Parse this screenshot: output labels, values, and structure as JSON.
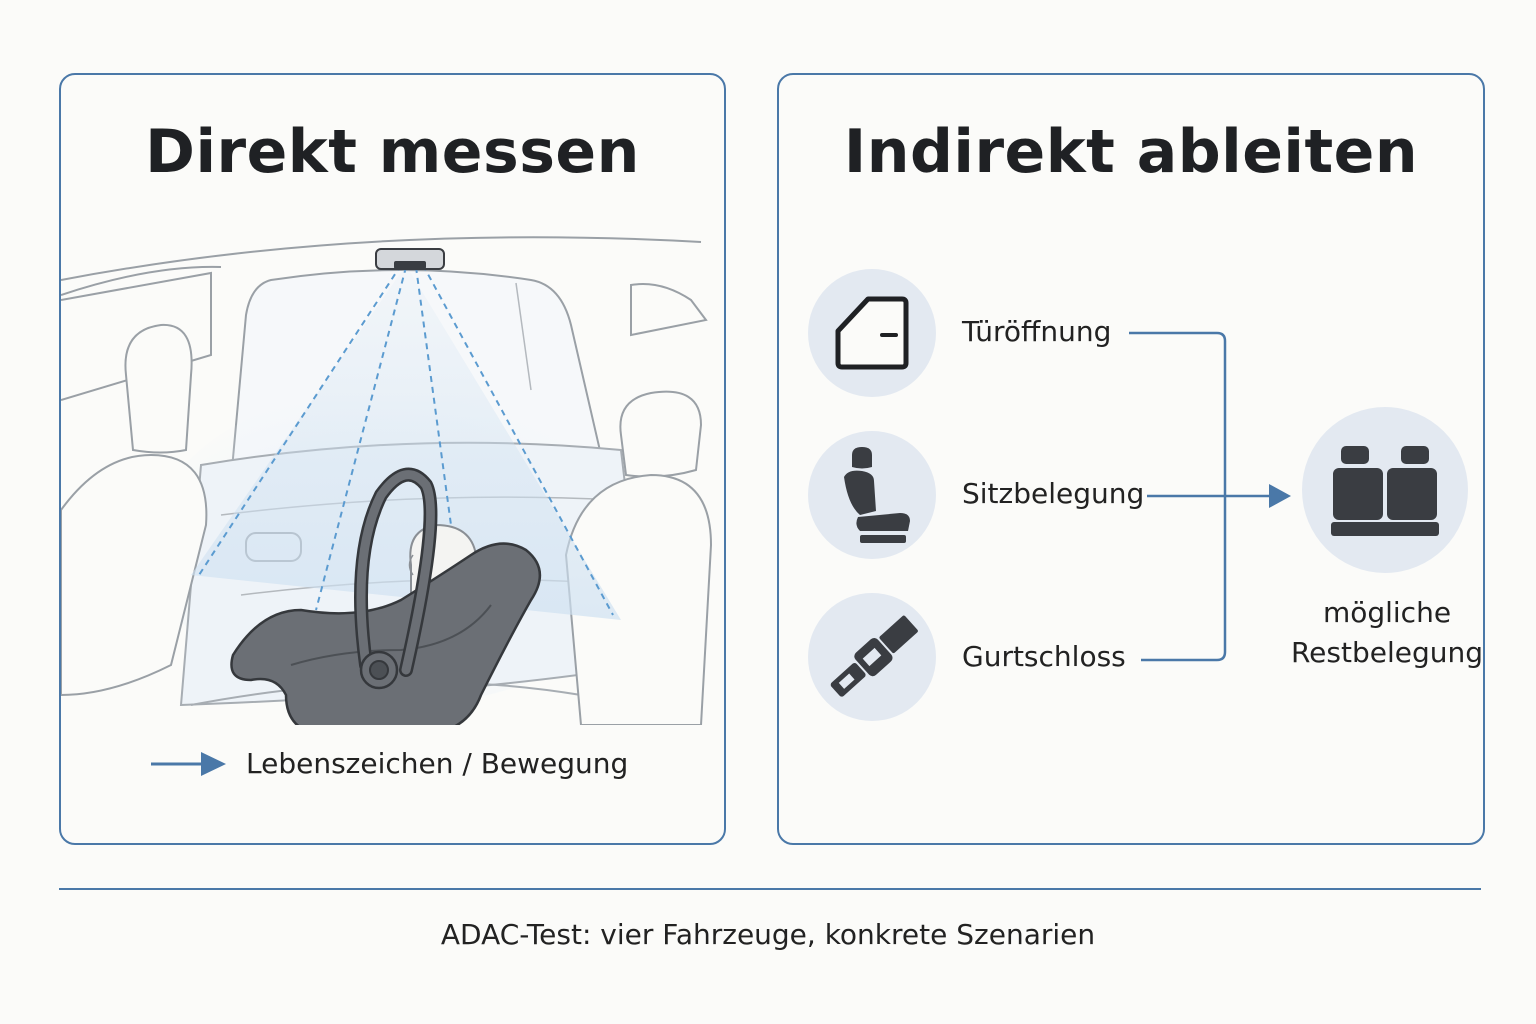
{
  "left_panel": {
    "title": "Direkt messen",
    "legend": {
      "label": "Lebenszeichen / Bewegung",
      "arrow_icon": "arrow-right-icon"
    },
    "illustration": {
      "sensor_icon": "radar-sensor-icon",
      "subject_icon": "infant-car-seat-icon"
    }
  },
  "right_panel": {
    "title": "Indirekt ableiten",
    "inputs": [
      {
        "label": "Türöffnung",
        "icon": "car-door-icon"
      },
      {
        "label": "Sitzbelegung",
        "icon": "car-seat-icon"
      },
      {
        "label": "Gurtschloss",
        "icon": "seatbelt-buckle-icon"
      }
    ],
    "result": {
      "line1": "mögliche",
      "line2": "Restbelegung",
      "icon": "rear-bench-seat-icon"
    }
  },
  "caption": "ADAC-Test: vier Fahrzeuge, konkrete Szenarien",
  "colors": {
    "accent": "#4a78a8",
    "sensor_beam": "#5b9bd0",
    "icon_dark": "#3a3d42",
    "circle_fill": "#e3e9f1",
    "seat_gray": "#6b6f75"
  }
}
